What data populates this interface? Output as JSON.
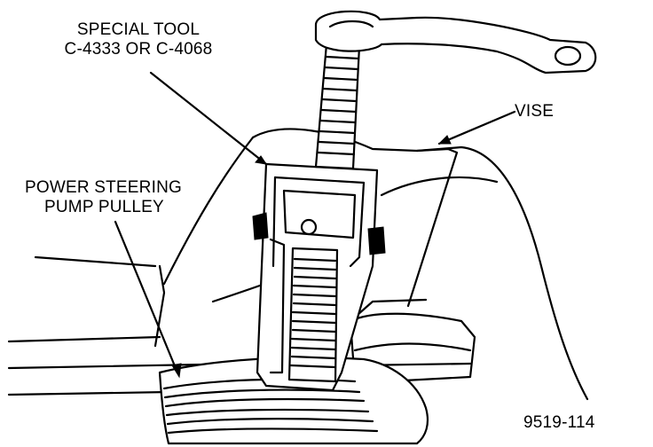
{
  "labels": {
    "special_tool_line1": "SPECIAL TOOL",
    "special_tool_line2": "C-4333 OR C-4068",
    "vise": "VISE",
    "pulley_line1": "POWER STEERING",
    "pulley_line2": "PUMP PULLEY",
    "figure_number": "9519-114"
  },
  "colors": {
    "ink": "#000000",
    "background": "#ffffff"
  }
}
